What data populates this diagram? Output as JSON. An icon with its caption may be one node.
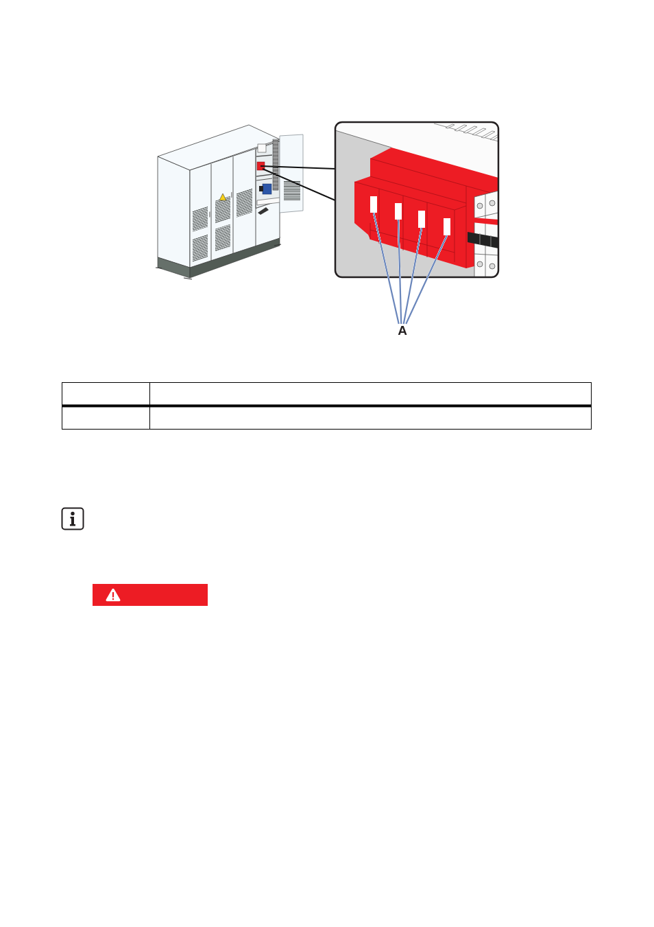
{
  "diagram": {
    "nodes": [
      {
        "text": [],
        "shape": "box"
      },
      {
        "text": [],
        "shape": "box"
      },
      {
        "text": [],
        "shape": "box"
      },
      {
        "text": [],
        "shape": "box"
      },
      {
        "text": [
          "A"
        ]
      }
    ],
    "edges": [
      {
        "from": 4,
        "to": 0,
        "arrow": "none"
      },
      {
        "from": 4,
        "to": 1,
        "arrow": "none"
      },
      {
        "from": 4,
        "to": 2,
        "arrow": "none"
      },
      {
        "from": 4,
        "to": 3,
        "arrow": "none"
      }
    ]
  }
}
